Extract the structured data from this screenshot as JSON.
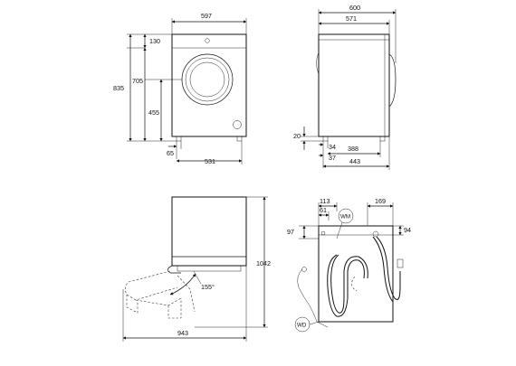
{
  "front_view": {
    "width": "597",
    "top_panel": "130",
    "door_top": "705",
    "total_height": "835",
    "door_center": "455",
    "foot_offset": "65",
    "foot_span": "531"
  },
  "side_view": {
    "overall_depth": "600",
    "body_depth": "571",
    "foot_height": "20",
    "foot_front": "34",
    "foot_rear": "37",
    "foot_span": "388",
    "depth_to_feet": "443"
  },
  "door_view": {
    "height_with_door": "1042",
    "width_door_open": "943",
    "opening_angle": "155°"
  },
  "rear_view": {
    "dim_113": "113",
    "dim_61": "61",
    "dim_169": "169",
    "dim_94": "94",
    "dim_97": "97",
    "wm_label": "WM",
    "wd_label": "WD"
  }
}
